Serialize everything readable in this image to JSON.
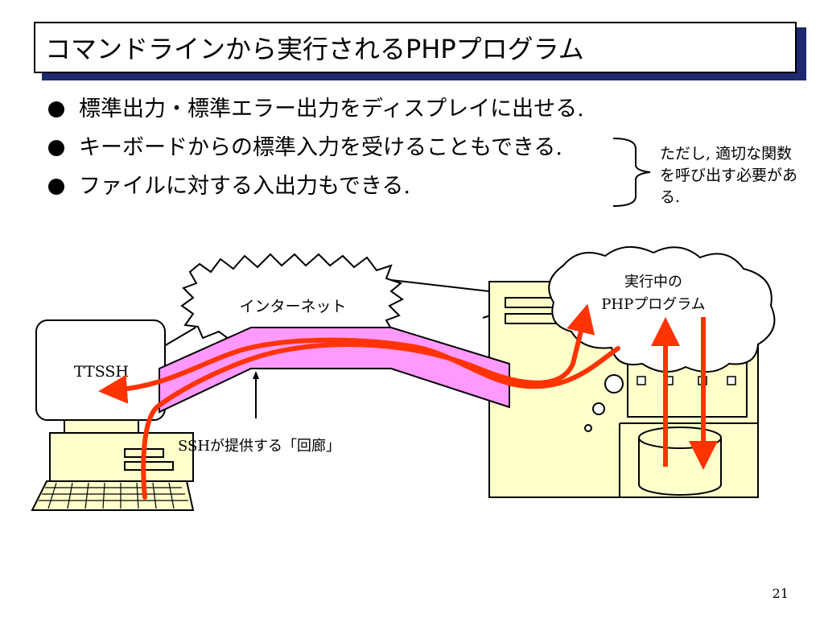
{
  "title": "コマンドラインから実行されるPHPプログラム",
  "bullets": [
    "標準出力・標準エラー出力をディスプレイに出せる.",
    "キーボードからの標準入力を受けることもできる.",
    "ファイルに対する入出力もできる."
  ],
  "side_note": "ただし, 適切な関数を呼び出す必要がある.",
  "diagram": {
    "internet_label": "インターネット",
    "client_label": "TTSSH",
    "ssh_label": "SSHが提供する「回廊」",
    "program_label_line1": "実行中の",
    "program_label_line2": "PHPプログラム"
  },
  "colors": {
    "title_shadow": "#1e2a6e",
    "tunnel": "#ff99ff",
    "arrow": "#ff3300",
    "machine": "#ffffcc"
  },
  "page_number": "21"
}
